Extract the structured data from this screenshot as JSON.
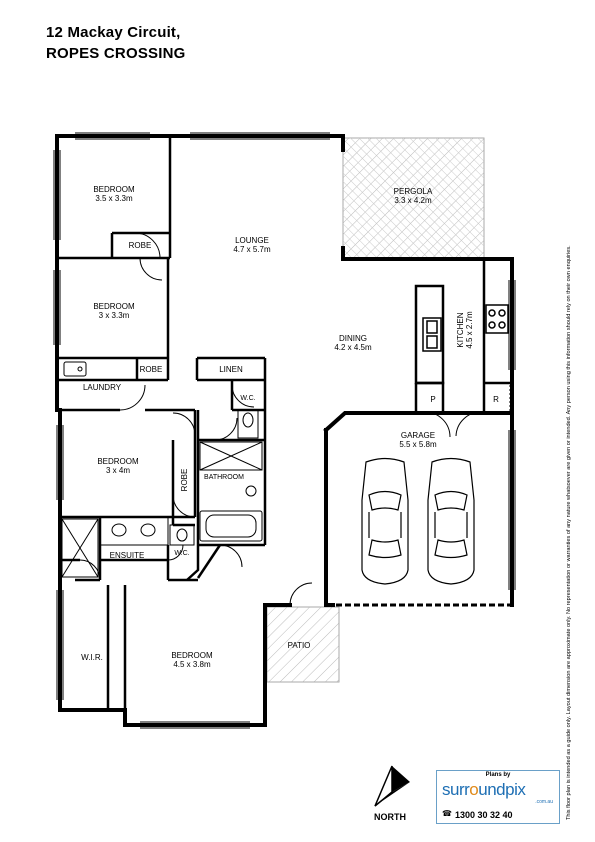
{
  "header": {
    "address_line1": "12 Mackay Circuit,",
    "address_line2": "ROPES CROSSING"
  },
  "rooms": {
    "bedroom1": {
      "name": "BEDROOM",
      "dims": "3.5 x 3.3m"
    },
    "bedroom2": {
      "name": "BEDROOM",
      "dims": "3 x 3.3m"
    },
    "bedroom3": {
      "name": "BEDROOM",
      "dims": "3 x 4m"
    },
    "bedroom4": {
      "name": "BEDROOM",
      "dims": "4.5 x 3.8m"
    },
    "robe1": "ROBE",
    "robe2": "ROBE",
    "robe3": "ROBE",
    "lounge": {
      "name": "LOUNGE",
      "dims": "4.7 x 5.7m"
    },
    "pergola": {
      "name": "PERGOLA",
      "dims": "3.3 x 4.2m"
    },
    "kitchen": {
      "name": "KITCHEN",
      "dims": "4.5 x 2.7m"
    },
    "dining": {
      "name": "DINING",
      "dims": "4.2 x 4.5m"
    },
    "laundry": "LAUNDRY",
    "linen": "LINEN",
    "wc1": "W.C.",
    "wc2": "W.C.",
    "bathroom": "BATHROOM",
    "ensuite": "ENSUITE",
    "wir": "W.I.R.",
    "garage": {
      "name": "GARAGE",
      "dims": "5.5 x 5.8m"
    },
    "patio": "PATIO",
    "pantry": "P",
    "fridge": "R"
  },
  "north_label": "NORTH",
  "logo": {
    "plans_by": "Plans by",
    "brand_pre": "surr",
    "brand_o": "o",
    "brand_post": "undpix",
    "sub": ".com.au",
    "phone": "1300 30 32 40"
  },
  "disclaimer": "This floor plan is intended as a guide only. Layout dimension are approximate only. No representation or warranties of any nature whatsoever are given or intended. Any person using this information should rely on their own enquiries."
}
